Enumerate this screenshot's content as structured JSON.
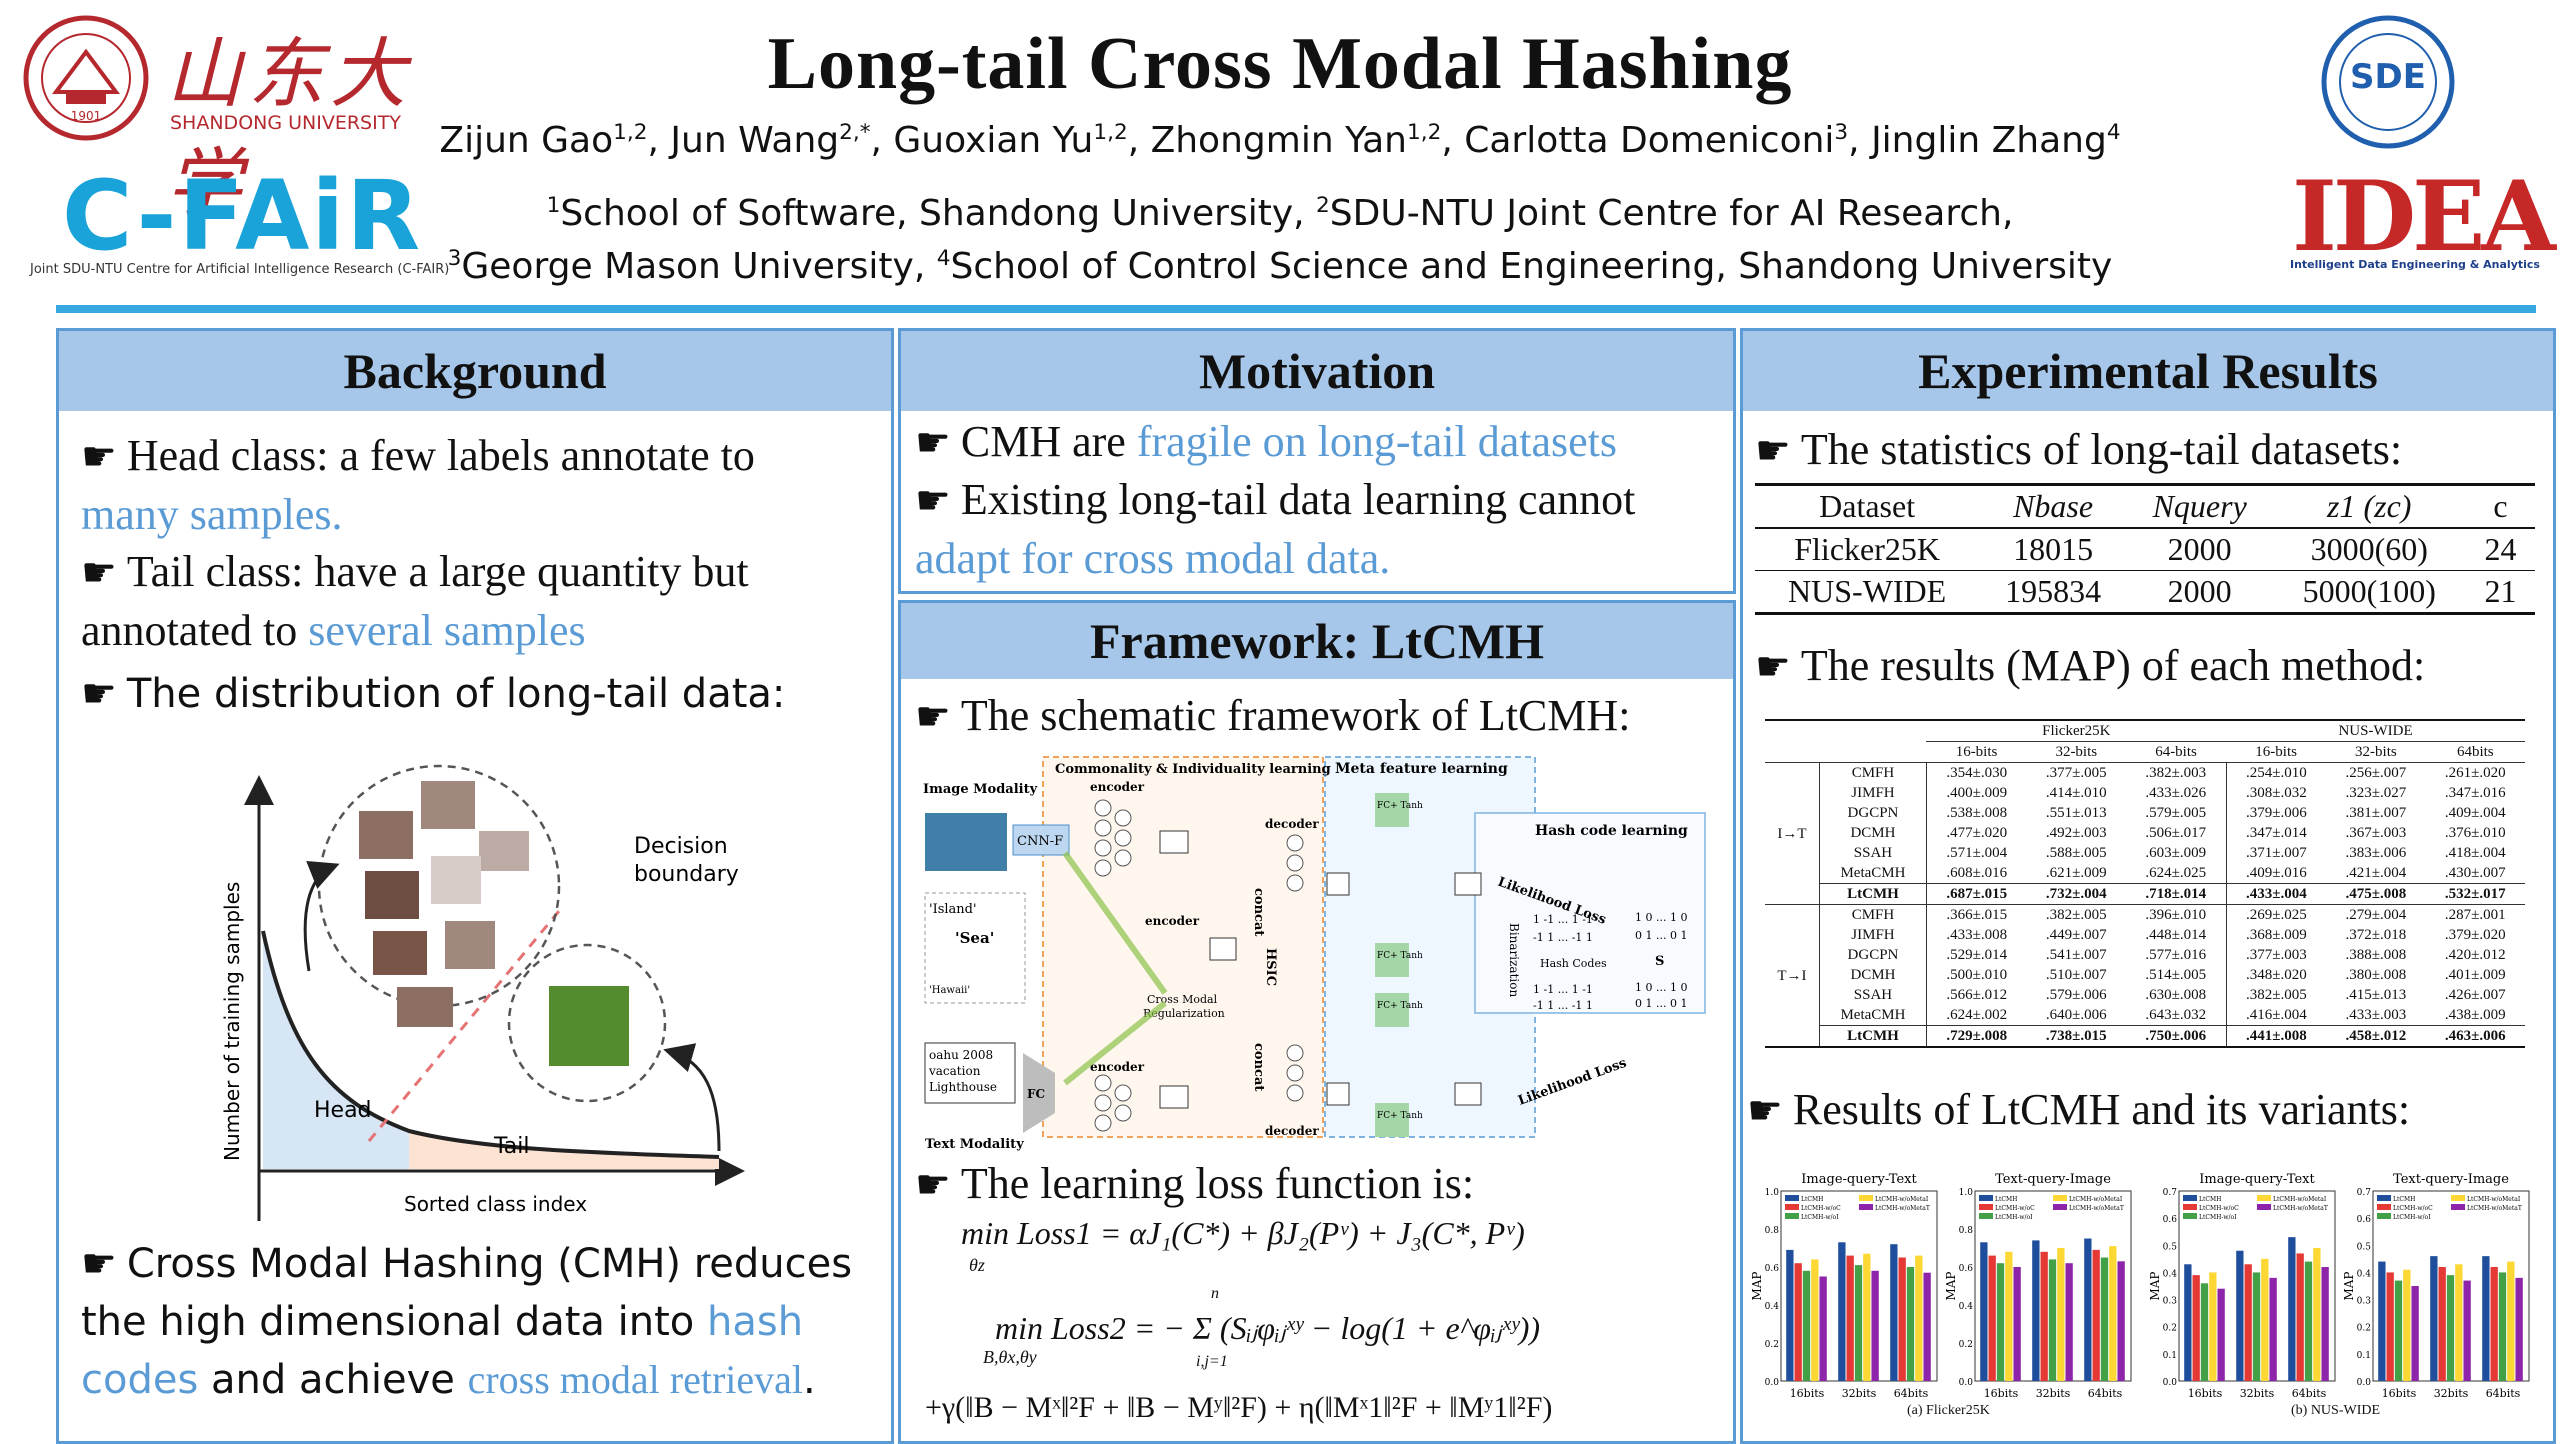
{
  "header": {
    "title": "Long-tail Cross Modal Hashing",
    "university_cn": "山东大学",
    "university_en": "SHANDONG UNIVERSITY",
    "seal_year": "1901",
    "cfair": "C-FAiR",
    "cfair_sub": "Joint SDU-NTU Centre for Artificial Intelligence Research (C-FAIR)",
    "sde": "SDE",
    "idea": "IDEA",
    "idea_sub": "Intelligent Data Engineering & Analytics",
    "authors": [
      {
        "name": "Zijun Gao",
        "sup": "1,2"
      },
      {
        "name": "Jun Wang",
        "sup": "2,*"
      },
      {
        "name": "Guoxian Yu",
        "sup": "1,2"
      },
      {
        "name": "Zhongmin Yan",
        "sup": "1,2"
      },
      {
        "name": "Carlotta Domeniconi",
        "sup": "3"
      },
      {
        "name": "Jinglin Zhang",
        "sup": "4"
      }
    ],
    "aff_line1": [
      {
        "sup": "1",
        "text": "School of Software, Shandong University, "
      },
      {
        "sup": "2",
        "text": "SDU-NTU Joint Centre for AI Research,"
      }
    ],
    "aff_line2": [
      {
        "sup": "3",
        "text": "George Mason University, "
      },
      {
        "sup": "4",
        "text": "School of Control Science and Engineering, Shandong University"
      }
    ]
  },
  "background": {
    "heading": "Background",
    "b1_a": "Head class: a few labels annotate to",
    "b1_b": "many samples.",
    "b2_a": "Tail class: have a large quantity but",
    "b2_b": "annotated to",
    "b2_c": "several samples",
    "b3": "The distribution of long-tail data:",
    "figure": {
      "ylabel": "Number of training samples",
      "xlabel": "Sorted class index",
      "head": "Head",
      "tail": "Tail",
      "decision1": "Decision",
      "decision2": "boundary"
    },
    "b4_a": "Cross Modal Hashing (CMH) reduces",
    "b4_b": "the high dimensional data into",
    "b4_c": "hash",
    "b4_d": "codes",
    "b4_e": "and achieve",
    "b4_f": "cross modal retrieval",
    "b4_g": "."
  },
  "motivation": {
    "heading": "Motivation",
    "b1_a": "CMH are",
    "b1_b": "fragile on long-tail datasets",
    "b2_a": "Existing long-tail data learning cannot",
    "b2_b": "adapt for cross modal data."
  },
  "framework": {
    "heading": "Framework: LtCMH",
    "b1": "The schematic framework of LtCMH:",
    "diagram": {
      "image_modality": "Image Modality",
      "text_modality": "Text Modality",
      "common": "Commonality & Individuality learning",
      "meta": "Meta feature learning",
      "hash": "Hash code learning",
      "encoder": "encoder",
      "decoder": "decoder",
      "cnn": "CNN-F",
      "fc": "FC",
      "concat": "concat",
      "hsic": "HSIC",
      "cross_modal": "Cross Modal",
      "regularization": "Regularization",
      "likelihood": "Likelihood Loss",
      "binarization": "Binarization",
      "hash_codes": "Hash Codes",
      "s": "S",
      "fc_tanh": "FC+ Tanh",
      "island": "'Island'",
      "sea": "'Sea'",
      "hawaii": "'Hawaii'",
      "text_sample_1": "oahu 2008",
      "text_sample_2": "vacation",
      "text_sample_3": "Lighthouse",
      "codes_a": "1 -1 ... 1 -1",
      "codes_b": "-1 1 ... -1 1",
      "codes_c": "1 0 ... 1 0",
      "codes_d": "0 1 ... 0 1"
    },
    "b2": "The learning loss function is:",
    "loss1": "min Loss1 = αJ₁(C*) + βJ₂(Pᵛ) + J₃(C*, Pᵛ)",
    "loss1_sub": "θz",
    "loss2": "min Loss2 = − Σ (Sᵢⱼφᵢⱼˣʸ − log(1 + e^φᵢⱼˣʸ))",
    "loss2_sub": "B,θx,θy",
    "loss2_sum_top": "n",
    "loss2_sum_bot": "i,j=1",
    "loss3": "+γ(‖B − Mˣ‖²F + ‖B − Mʸ‖²F) + η(‖Mˣ1‖²F + ‖Mʸ1‖²F)"
  },
  "results": {
    "heading": "Experimental Results",
    "b1": "The statistics of long-tail datasets:",
    "stats": {
      "headers": [
        "Dataset",
        "Nbase",
        "Nquery",
        "z1 (zc)",
        "c"
      ],
      "rows": [
        [
          "Flicker25K",
          "18015",
          "2000",
          "3000(60)",
          "24"
        ],
        [
          "NUS-WIDE",
          "195834",
          "2000",
          "5000(100)",
          "21"
        ]
      ]
    },
    "b2": "The results (MAP) of each method:",
    "map_table": {
      "group1": "Flicker25K",
      "group2": "NUS-WIDE",
      "bits": [
        "16-bits",
        "32-bits",
        "64-bits",
        "16-bits",
        "32-bits",
        "64bits"
      ],
      "blocks": [
        {
          "label": "I→T",
          "rows": [
            [
              "CMFH",
              ".354±.030",
              ".377±.005",
              ".382±.003",
              ".254±.010",
              ".256±.007",
              ".261±.020"
            ],
            [
              "JIMFH",
              ".400±.009",
              ".414±.010",
              ".433±.026",
              ".308±.032",
              ".323±.027",
              ".347±.016"
            ],
            [
              "DGCPN",
              ".538±.008",
              ".551±.013",
              ".579±.005",
              ".379±.006",
              ".381±.007",
              ".409±.004"
            ],
            [
              "DCMH",
              ".477±.020",
              ".492±.003",
              ".506±.017",
              ".347±.014",
              ".367±.003",
              ".376±.010"
            ],
            [
              "SSAH",
              ".571±.004",
              ".588±.005",
              ".603±.009",
              ".371±.007",
              ".383±.006",
              ".418±.004"
            ],
            [
              "MetaCMH",
              ".608±.016",
              ".621±.009",
              ".624±.025",
              ".409±.016",
              ".421±.004",
              ".430±.007"
            ],
            [
              "LtCMH",
              ".687±.015",
              ".732±.004",
              ".718±.014",
              ".433±.004",
              ".475±.008",
              ".532±.017"
            ]
          ]
        },
        {
          "label": "T→I",
          "rows": [
            [
              "CMFH",
              ".366±.015",
              ".382±.005",
              ".396±.010",
              ".269±.025",
              ".279±.004",
              ".287±.001"
            ],
            [
              "JIMFH",
              ".433±.008",
              ".449±.007",
              ".448±.014",
              ".368±.009",
              ".372±.018",
              ".379±.020"
            ],
            [
              "DGCPN",
              ".529±.014",
              ".541±.007",
              ".577±.016",
              ".377±.003",
              ".388±.008",
              ".420±.012"
            ],
            [
              "DCMH",
              ".500±.010",
              ".510±.007",
              ".514±.005",
              ".348±.020",
              ".380±.008",
              ".401±.009"
            ],
            [
              "SSAH",
              ".566±.012",
              ".579±.006",
              ".630±.008",
              ".382±.005",
              ".415±.013",
              ".426±.007"
            ],
            [
              "MetaCMH",
              ".624±.002",
              ".640±.006",
              ".643±.032",
              ".416±.004",
              ".433±.003",
              ".438±.009"
            ],
            [
              "LtCMH",
              ".729±.008",
              ".738±.015",
              ".750±.006",
              ".441±.008",
              ".458±.012",
              ".463±.006"
            ]
          ]
        }
      ]
    },
    "b3": "Results of LtCMH and its variants:",
    "captions": [
      "(a) Flicker25K",
      "(b) NUS-WIDE"
    ]
  },
  "chart_data": [
    {
      "type": "bar",
      "title": "Image-query-Text",
      "ylabel": "MAP",
      "ylim": [
        0,
        1.0
      ],
      "yticks": [
        "0.0",
        "0.2",
        "0.4",
        "0.6",
        "0.8",
        "1.0"
      ],
      "categories": [
        "16bits",
        "32bits",
        "64bits"
      ],
      "series": [
        {
          "name": "LtCMH",
          "color": "#1f4e9c",
          "values": [
            0.69,
            0.73,
            0.72
          ]
        },
        {
          "name": "LtCMH-w/oC",
          "color": "#e53935",
          "values": [
            0.62,
            0.66,
            0.65
          ]
        },
        {
          "name": "LtCMH-w/oI",
          "color": "#43a047",
          "values": [
            0.58,
            0.61,
            0.6
          ]
        },
        {
          "name": "LtCMH-w/oMetaI",
          "color": "#fdd835",
          "values": [
            0.64,
            0.67,
            0.66
          ]
        },
        {
          "name": "LtCMH-w/oMetaT",
          "color": "#8e24aa",
          "values": [
            0.55,
            0.58,
            0.57
          ]
        }
      ]
    },
    {
      "type": "bar",
      "title": "Text-query-Image",
      "ylabel": "MAP",
      "ylim": [
        0,
        1.0
      ],
      "yticks": [
        "0.0",
        "0.2",
        "0.4",
        "0.6",
        "0.8",
        "1.0"
      ],
      "categories": [
        "16bits",
        "32bits",
        "64bits"
      ],
      "series": [
        {
          "name": "LtCMH",
          "color": "#1f4e9c",
          "values": [
            0.73,
            0.74,
            0.75
          ]
        },
        {
          "name": "LtCMH-w/oC",
          "color": "#e53935",
          "values": [
            0.66,
            0.68,
            0.69
          ]
        },
        {
          "name": "LtCMH-w/oI",
          "color": "#43a047",
          "values": [
            0.62,
            0.64,
            0.65
          ]
        },
        {
          "name": "LtCMH-w/oMetaI",
          "color": "#fdd835",
          "values": [
            0.68,
            0.7,
            0.71
          ]
        },
        {
          "name": "LtCMH-w/oMetaT",
          "color": "#8e24aa",
          "values": [
            0.6,
            0.62,
            0.63
          ]
        }
      ]
    },
    {
      "type": "bar",
      "title": "Image-query-Text",
      "ylabel": "MAP",
      "ylim": [
        0,
        0.7
      ],
      "yticks": [
        "0.0",
        "0.1",
        "0.2",
        "0.3",
        "0.4",
        "0.5",
        "0.6",
        "0.7"
      ],
      "categories": [
        "16bits",
        "32bits",
        "64bits"
      ],
      "series": [
        {
          "name": "LtCMH",
          "color": "#1f4e9c",
          "values": [
            0.43,
            0.48,
            0.53
          ]
        },
        {
          "name": "LtCMH-w/oC",
          "color": "#e53935",
          "values": [
            0.39,
            0.43,
            0.47
          ]
        },
        {
          "name": "LtCMH-w/oI",
          "color": "#43a047",
          "values": [
            0.36,
            0.4,
            0.44
          ]
        },
        {
          "name": "LtCMH-w/oMetaI",
          "color": "#fdd835",
          "values": [
            0.4,
            0.45,
            0.49
          ]
        },
        {
          "name": "LtCMH-w/oMetaT",
          "color": "#8e24aa",
          "values": [
            0.34,
            0.38,
            0.42
          ]
        }
      ]
    },
    {
      "type": "bar",
      "title": "Text-query-Image",
      "ylabel": "MAP",
      "ylim": [
        0,
        0.7
      ],
      "yticks": [
        "0.0",
        "0.1",
        "0.2",
        "0.3",
        "0.4",
        "0.5",
        "0.6",
        "0.7"
      ],
      "categories": [
        "16bits",
        "32bits",
        "64bits"
      ],
      "series": [
        {
          "name": "LtCMH",
          "color": "#1f4e9c",
          "values": [
            0.44,
            0.46,
            0.46
          ]
        },
        {
          "name": "LtCMH-w/oC",
          "color": "#e53935",
          "values": [
            0.4,
            0.42,
            0.42
          ]
        },
        {
          "name": "LtCMH-w/oI",
          "color": "#43a047",
          "values": [
            0.37,
            0.39,
            0.4
          ]
        },
        {
          "name": "LtCMH-w/oMetaI",
          "color": "#fdd835",
          "values": [
            0.41,
            0.43,
            0.44
          ]
        },
        {
          "name": "LtCMH-w/oMetaT",
          "color": "#8e24aa",
          "values": [
            0.35,
            0.37,
            0.38
          ]
        }
      ]
    }
  ]
}
